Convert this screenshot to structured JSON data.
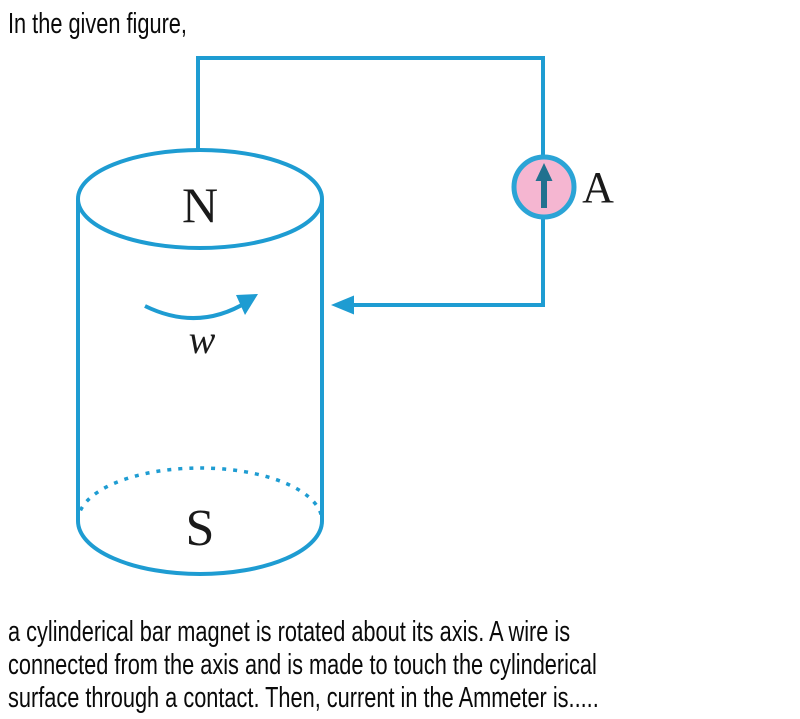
{
  "intro_text": "In the given figure,",
  "body_lines": [
    "a cylinderical bar magnet is rotated about its axis. A wire is",
    "connected from the axis and is made to touch the cylinderical",
    "surface through a contact. Then, current in the Ammeter is....."
  ],
  "figure": {
    "labels": {
      "north_pole": "N",
      "south_pole": "S",
      "ammeter": "A",
      "angular_velocity": "w"
    },
    "colors": {
      "wire": "#1e9cd2",
      "ammeter_fill": "#f5b6d1",
      "ammeter_ring": "#2ba4d6",
      "ammeter_needle": "#21718f",
      "label_text": "#1a1a1a",
      "background": "#ffffff"
    }
  }
}
